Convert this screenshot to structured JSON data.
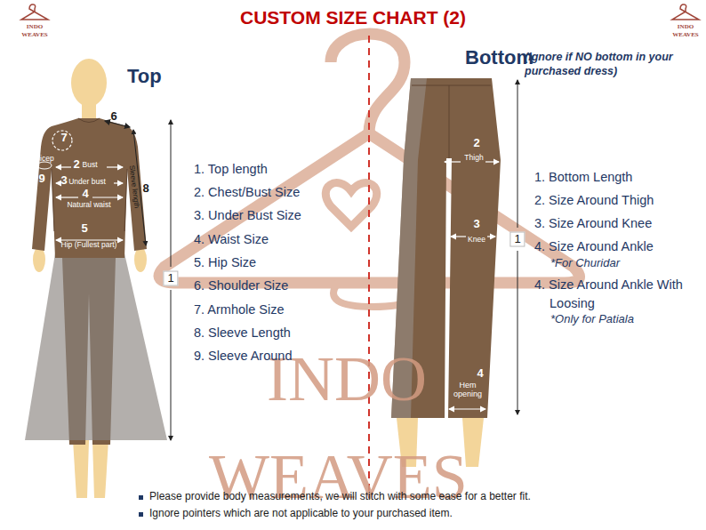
{
  "diagram": {
    "title": "CUSTOM SIZE CHART (2)",
    "labels": [
      "INDO",
      "WEAVES",
      "INDO",
      "WEAVES",
      "Top",
      "Bottom",
      "(Ignore if NO bottom in your purchased dress)",
      "6",
      "7",
      "2",
      "Bust",
      "Bicep",
      "9",
      "3",
      "Under bust",
      "4",
      "Natural waist",
      "8",
      "Sleeve length",
      "5",
      "Hip (Fullest part)",
      "1",
      "1. Top length",
      "2. Chest/Bust Size",
      "3. Under Bust Size",
      "4. Waist Size",
      "5. Hip Size",
      "6. Shoulder Size",
      "7. Armhole Size",
      "8. Sleeve Length",
      "9. Sleeve Around",
      "2",
      "Thigh",
      "3",
      "Knee",
      "1",
      "4",
      "Hem opening",
      "1. Bottom Length",
      "2. Size Around Thigh",
      "3. Size Around Knee",
      "4. Size Around Ankle",
      "*For Churidar",
      "4. Size Around Ankle With Loosing",
      "*Only for Patiala",
      "INDO",
      "WEAVES",
      "Please provide body measurements, we will stitch with some ease for a better fit.",
      "Ignore pointers which are not applicable to your purchased item."
    ]
  }
}
